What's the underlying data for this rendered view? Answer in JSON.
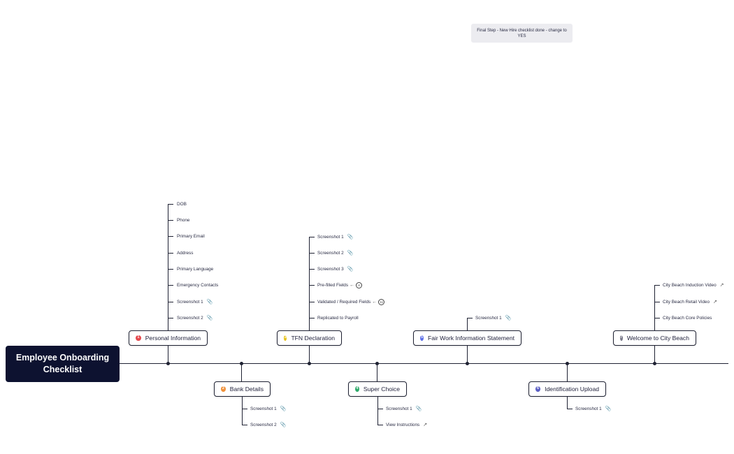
{
  "root": {
    "title": "Employee Onboarding Checklist"
  },
  "note": {
    "text": "Final Step - New Hire checklist done - change to YES"
  },
  "colors": {
    "n1": "#e5484d",
    "n2": "#f0913a",
    "n3": "#e6c21a",
    "n4": "#2eaa6a",
    "n5": "#5b6ee8",
    "n6": "#5b5fc4",
    "n7": "#7a7a8a"
  },
  "nodes": {
    "personal": {
      "num": "1",
      "label": "Personal Information",
      "items": [
        "DOB",
        "Phone",
        "Primary Email",
        "Address",
        "Primary Language",
        "Emergency Contacts",
        "Screenshot 1",
        "Screenshot 2"
      ]
    },
    "bank": {
      "num": "2",
      "label": "Bank Details",
      "items": [
        "Screenshot 1",
        "Screenshot 2"
      ]
    },
    "tfn": {
      "num": "3",
      "label": "TFN Declaration",
      "items": [
        "Screenshot 1",
        "Screenshot 2",
        "Screenshot 3",
        "Pre-filled Fields",
        "Validated / Required Fields",
        "Replicated to Payroll"
      ],
      "badges": {
        "prefilled": "4",
        "validated": "11"
      }
    },
    "super": {
      "num": "4",
      "label": "Super Choice",
      "items": [
        "Screenshot 1",
        "View Instructions"
      ]
    },
    "fairwork": {
      "num": "5",
      "label": "Fair Work Information Statement",
      "items": [
        "Screenshot 1"
      ]
    },
    "ident": {
      "num": "6",
      "label": "Identification Upload",
      "items": [
        "Screenshot 1"
      ]
    },
    "welcome": {
      "num": "7",
      "label": "Welcome to City Beach",
      "items": [
        "City Beach Induction Video",
        "City Beach Retail Video",
        "City Beach Core Policies"
      ]
    }
  }
}
